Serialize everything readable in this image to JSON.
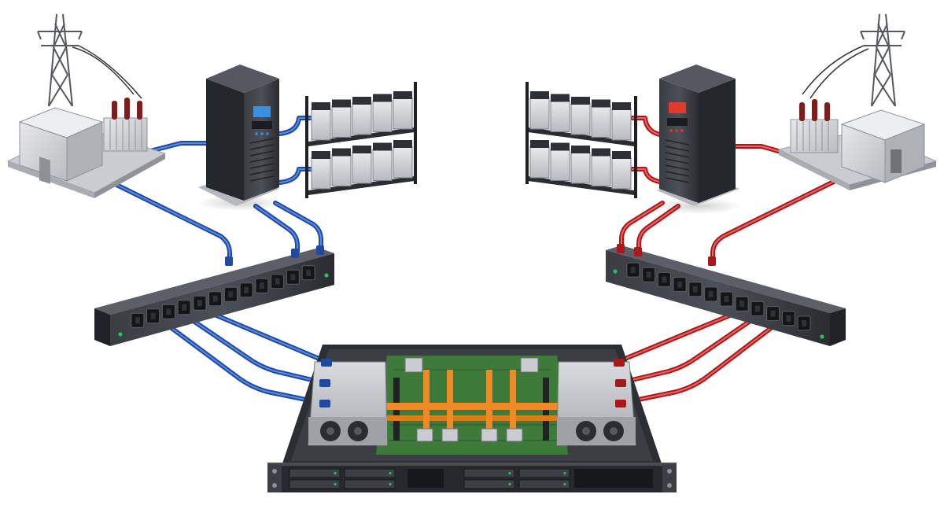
{
  "diagram": {
    "kind": "dual-feed redundant power path to a rack server",
    "feeds": [
      {
        "side": "left",
        "cable_color": "#2a5fc2",
        "cable_highlight": "#5b8ae6"
      },
      {
        "side": "right",
        "cable_color": "#d6262a",
        "cable_highlight": "#f0625f"
      }
    ],
    "icons": [
      "transmission-tower-icon",
      "substation-icon",
      "transformer-icon",
      "ups-cabinet-icon",
      "battery-rack-icon",
      "pdu-strip-icon",
      "rack-server-icon",
      "psu-module-icon",
      "power-busbar-icon"
    ],
    "components": {
      "grid": {
        "towers": 2,
        "substations": 2,
        "transformers": 2
      },
      "ups": {
        "count": 2,
        "left_display_color": "#3a8fe0",
        "right_display_color": "#e23a2a"
      },
      "battery_racks": {
        "count": 2,
        "tiers_per_rack": 2,
        "cells_per_tier": 5
      },
      "pdus": {
        "count": 2,
        "outlets_per_pdu": 12,
        "status_led_color": "#22c35a"
      },
      "server": {
        "psu_count": 2,
        "power_cords_per_psu": 3,
        "drive_bays": 8,
        "busbar_color": "#f08a24"
      }
    },
    "palette": {
      "metal_dark": "#2c2f33",
      "metal_mid": "#4a4e54",
      "metal_light": "#bfc3c8",
      "substation_body": "#d8dadd",
      "pcb_green": "#3e7b3a"
    }
  }
}
